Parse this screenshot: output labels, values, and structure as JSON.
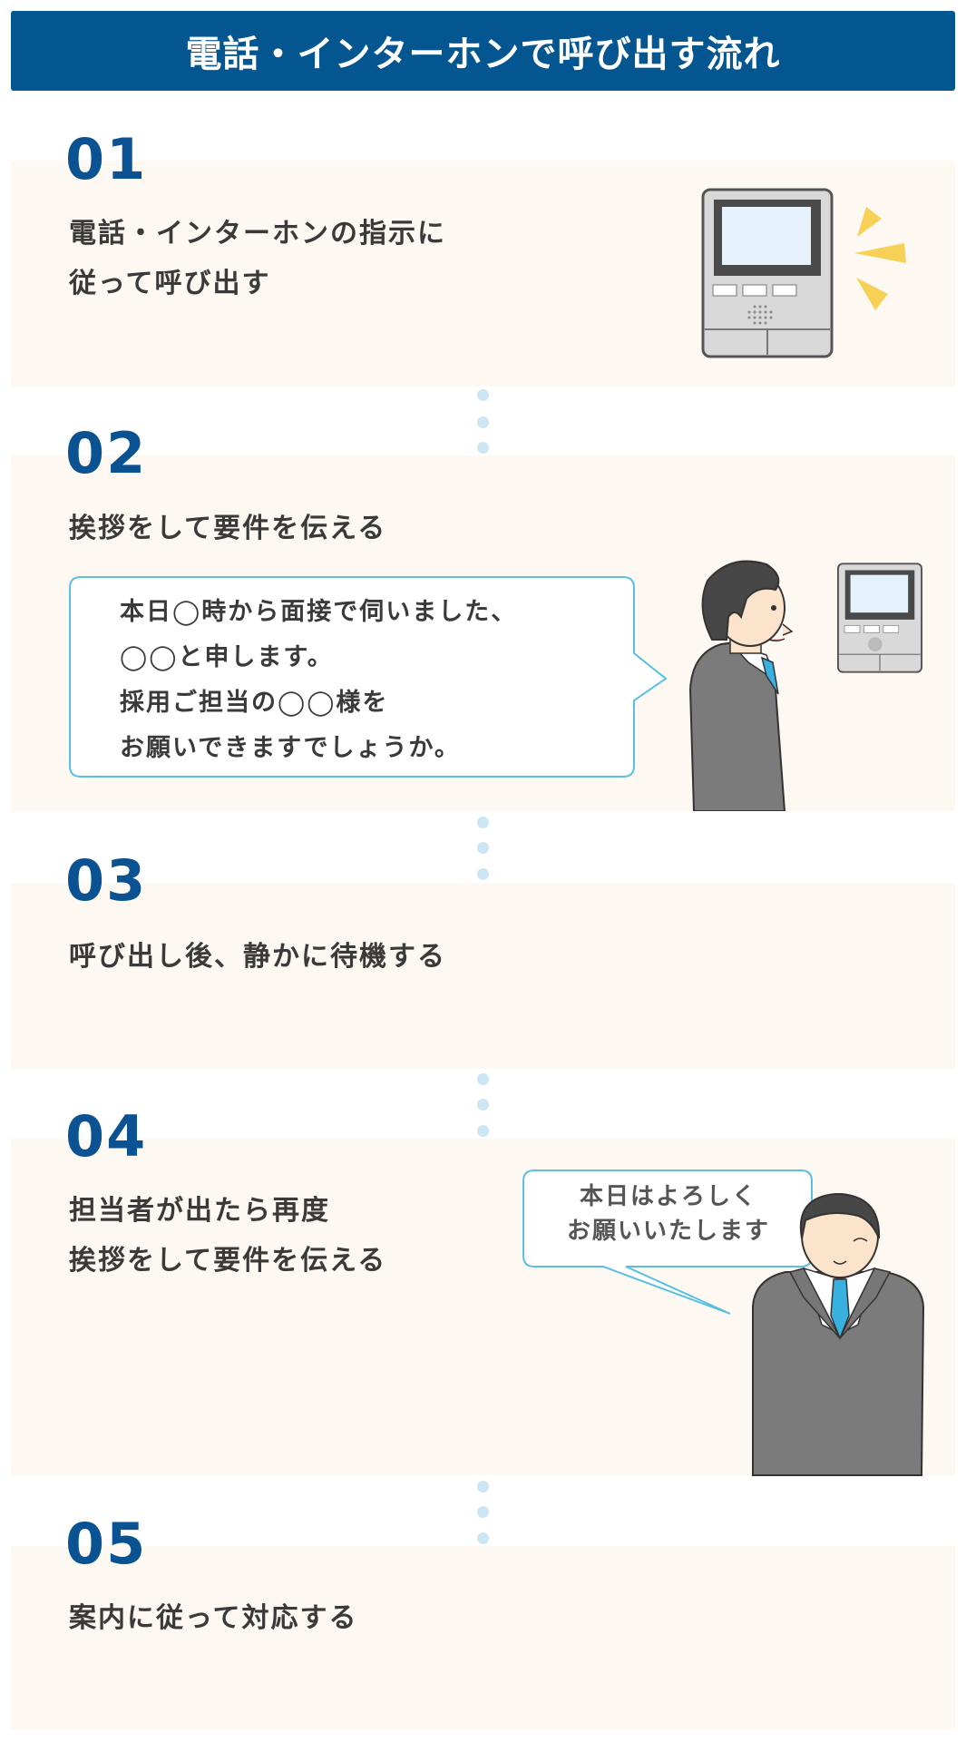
{
  "title": "電話・インターホンで呼び出す流れ",
  "steps": [
    {
      "number": "01",
      "lines": [
        "電話・インターホンの指示に",
        "従って呼び出す"
      ]
    },
    {
      "number": "02",
      "lines": [
        "挨拶をして要件を伝える"
      ],
      "speech": [
        "本日◯時から面接で伺いました、",
        "◯◯と申します。",
        "採用ご担当の◯◯様を",
        "お願いできますでしょうか。"
      ]
    },
    {
      "number": "03",
      "lines": [
        "呼び出し後、静かに待機する"
      ]
    },
    {
      "number": "04",
      "lines": [
        "担当者が出たら再度",
        "挨拶をして要件を伝える"
      ],
      "speech": [
        "本日はよろしく",
        "お願いいたします"
      ]
    },
    {
      "number": "05",
      "lines": [
        "案内に従って対応する"
      ]
    }
  ],
  "colors": {
    "header": "#03568f",
    "card": "#fdf8f2",
    "number": "#0a5291",
    "tie": "#38b0e0"
  }
}
